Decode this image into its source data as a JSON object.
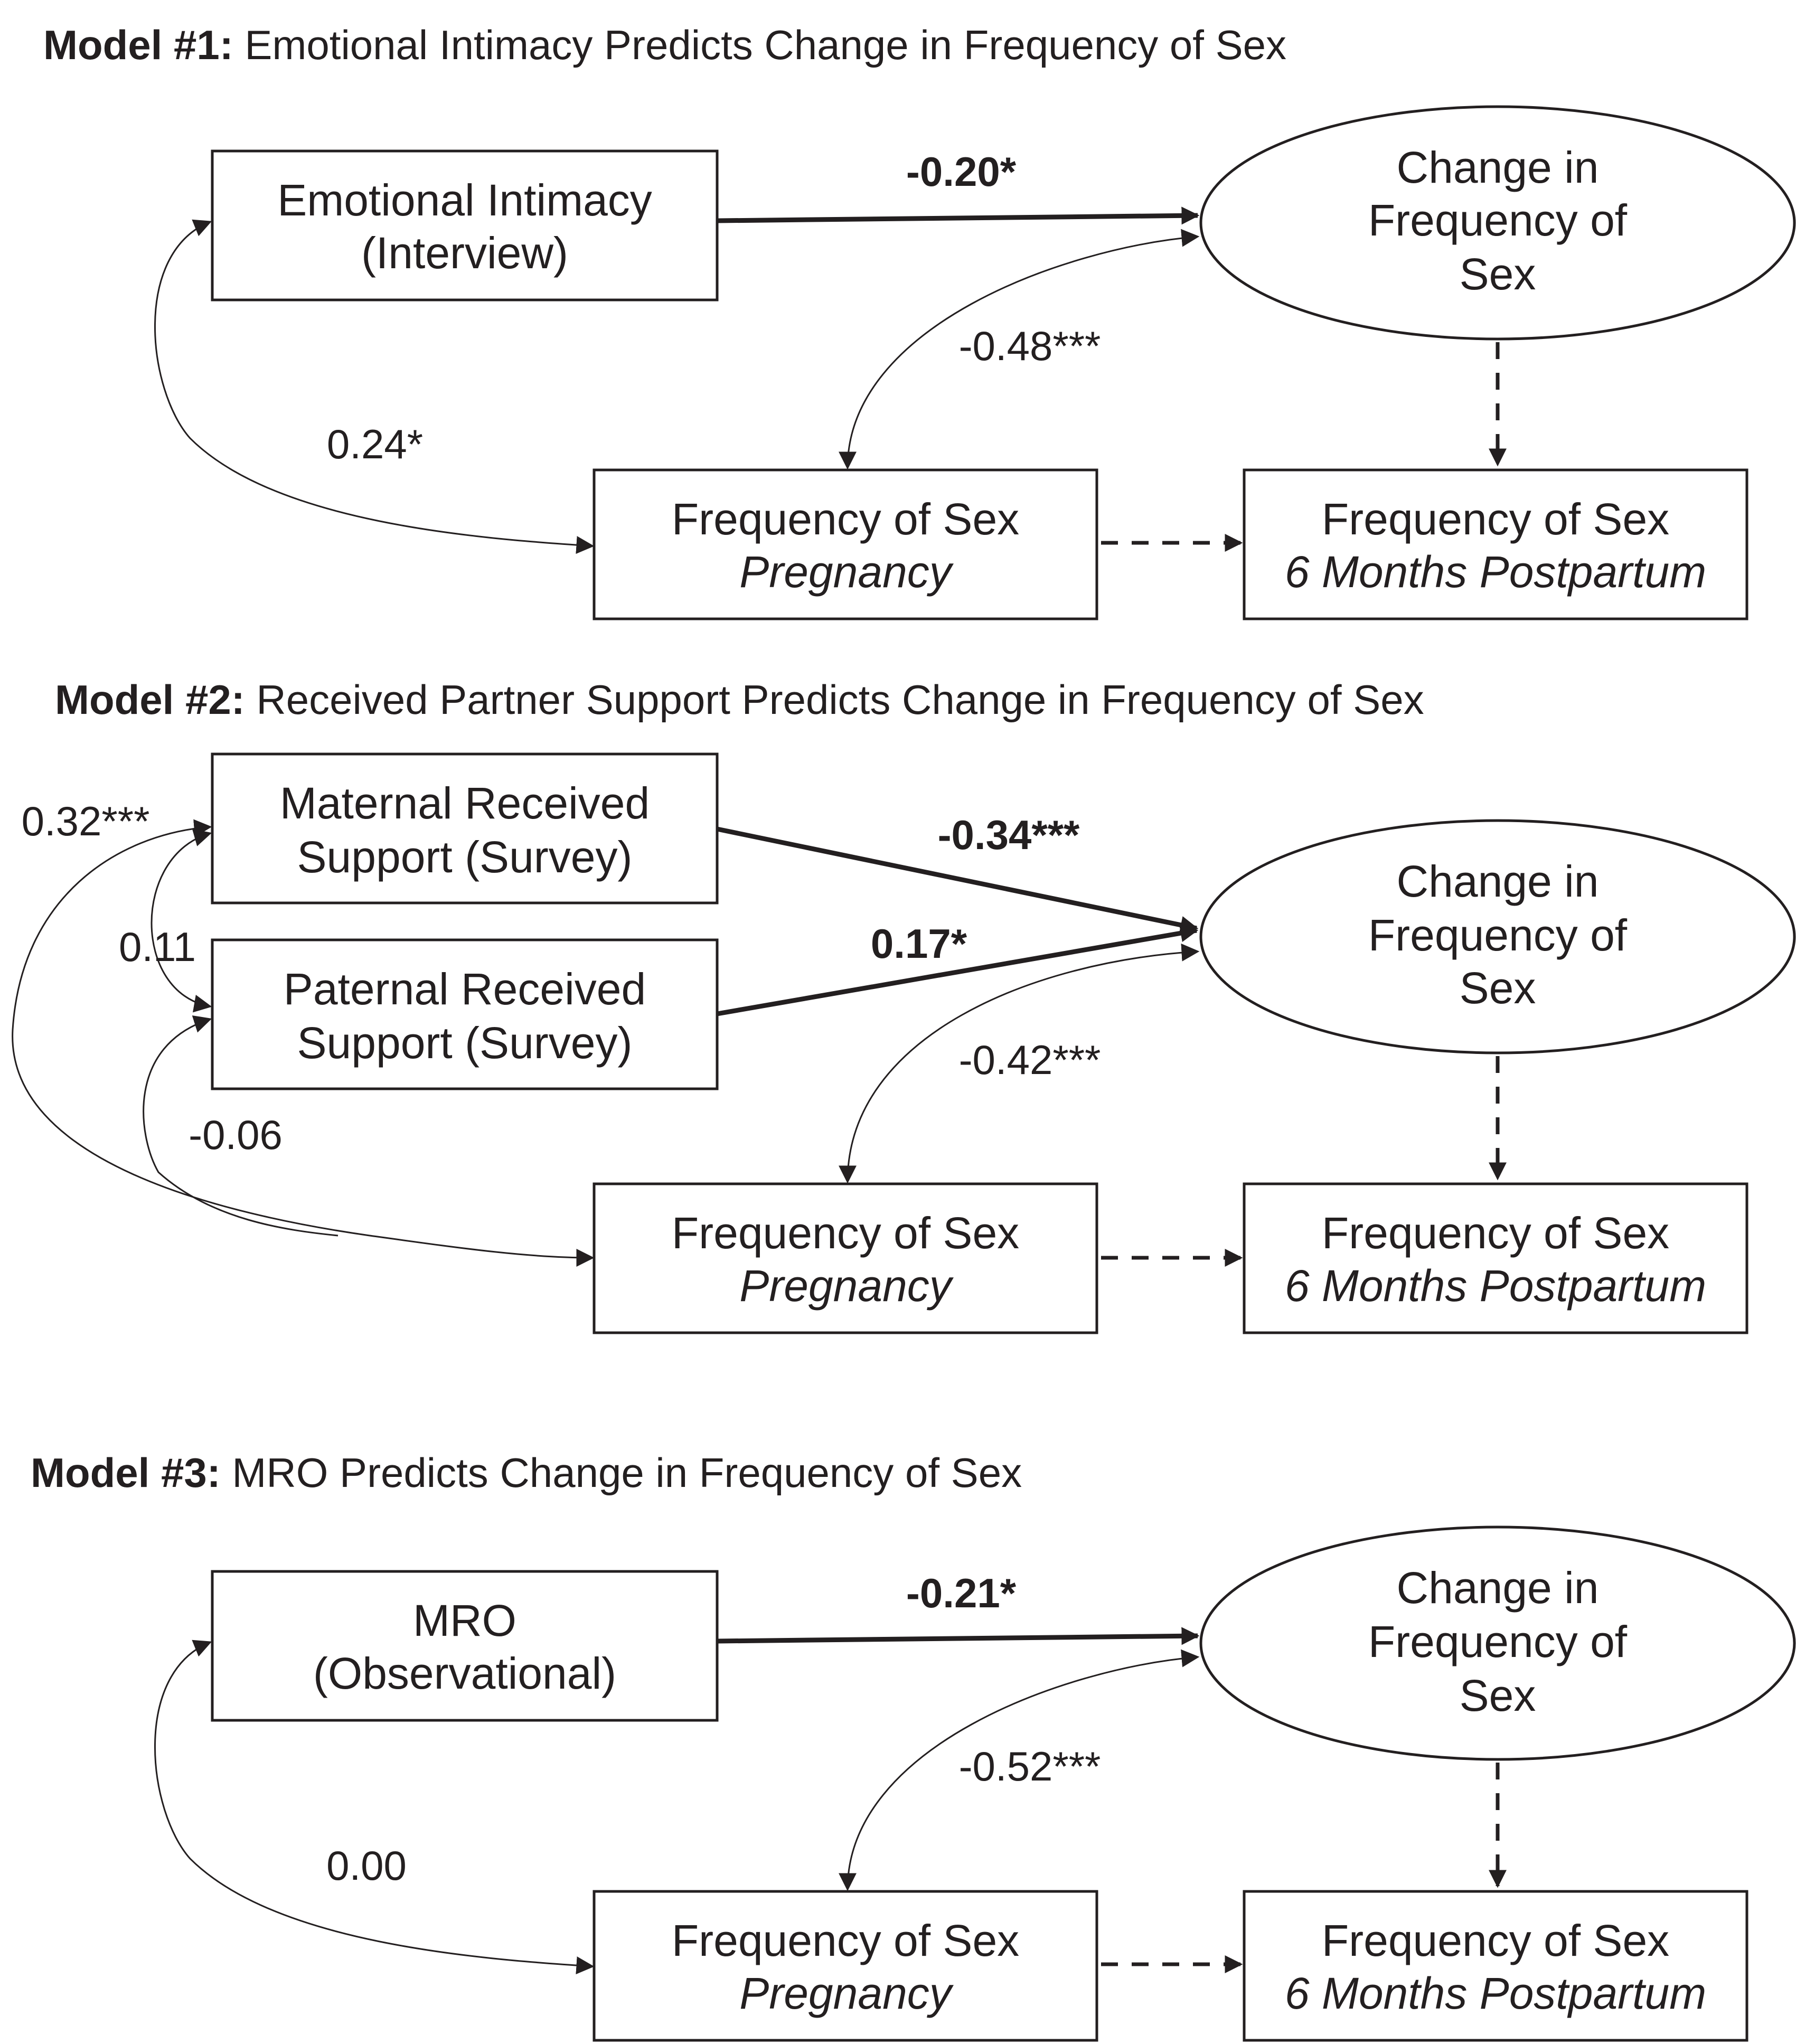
{
  "models": [
    {
      "heading_bold": "Model #1:",
      "heading_rest": " Emotional Intimacy Predicts Change in Frequency of Sex",
      "predictor": {
        "line1": "Emotional Intimacy",
        "line2": "(Interview)"
      },
      "outcome": {
        "line1": "Change in",
        "line2": "Frequency of",
        "line3": "Sex"
      },
      "preg": {
        "line1": "Frequency of Sex",
        "line2": "Pregnancy"
      },
      "post": {
        "line1": "Frequency of Sex",
        "line2": "6 Months Postpartum"
      },
      "path_coef": "-0.20*",
      "cov_outcome_preg": "-0.48***",
      "cov_predictor_preg": "0.24*"
    },
    {
      "heading_bold": "Model #2:",
      "heading_rest": " Received Partner Support Predicts Change in Frequency of Sex",
      "predictor_a": {
        "line1": "Maternal Received",
        "line2": "Support (Survey)"
      },
      "predictor_b": {
        "line1": "Paternal Received",
        "line2": "Support (Survey)"
      },
      "outcome": {
        "line1": "Change in",
        "line2": "Frequency of",
        "line3": "Sex"
      },
      "preg": {
        "line1": "Frequency of Sex",
        "line2": "Pregnancy"
      },
      "post": {
        "line1": "Frequency of Sex",
        "line2": "6 Months Postpartum"
      },
      "path_coef_a": "-0.34***",
      "path_coef_b": "0.17*",
      "cov_a_preg": "0.32***",
      "cov_a_b": "0.11",
      "cov_b_preg": "-0.06",
      "cov_outcome_preg": "-0.42***"
    },
    {
      "heading_bold": "Model #3:",
      "heading_rest": " MRO Predicts Change in Frequency of Sex",
      "predictor": {
        "line1": "MRO",
        "line2": "(Observational)"
      },
      "outcome": {
        "line1": "Change in",
        "line2": "Frequency of",
        "line3": "Sex"
      },
      "preg": {
        "line1": "Frequency of Sex",
        "line2": "Pregnancy"
      },
      "post": {
        "line1": "Frequency of Sex",
        "line2": "6 Months Postpartum"
      },
      "path_coef": "-0.21*",
      "cov_outcome_preg": "-0.52***",
      "cov_predictor_preg": "0.00"
    }
  ]
}
